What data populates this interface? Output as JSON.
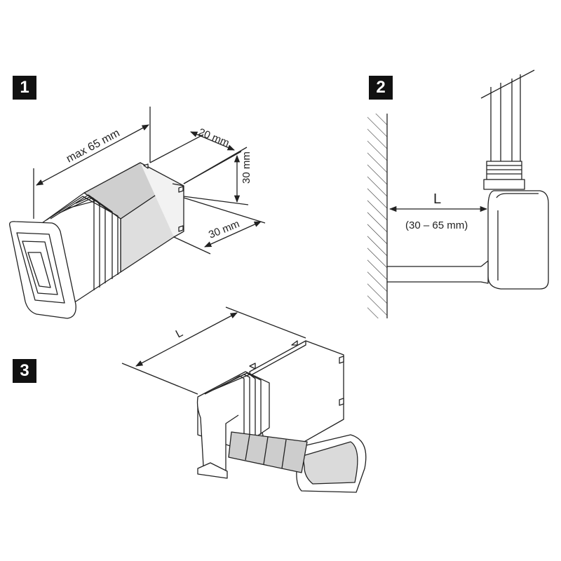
{
  "steps": [
    {
      "number": "1"
    },
    {
      "number": "2"
    },
    {
      "number": "3"
    }
  ],
  "step1": {
    "max_length_label": "max 65 mm",
    "depth_label": "20 mm",
    "height_label": "30 mm",
    "width_label": "30 mm"
  },
  "step2": {
    "distance_symbol": "L",
    "distance_range": "(30 – 65 mm)"
  },
  "step3": {
    "length_symbol": "L"
  },
  "colors": {
    "line": "#222222",
    "fill_light": "#e2e2e2",
    "fill_mid": "#c8c8c8",
    "badge": "#111111"
  }
}
